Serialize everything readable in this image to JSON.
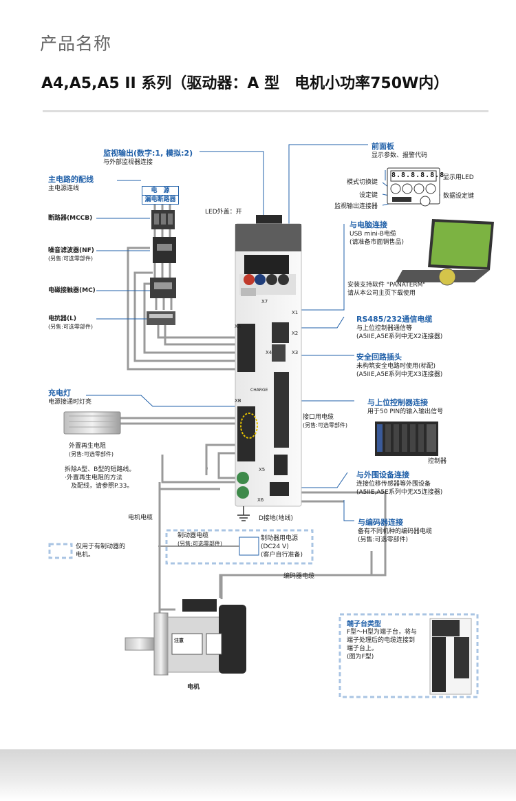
{
  "header": {
    "label": "产品名称",
    "title": "A4,A5,A5 II 系列（驱动器：A 型　电机小功率750W内）"
  },
  "diagram": {
    "monitor_output": {
      "title": "监视输出(数字:1, 模拟:2)",
      "desc": "与外部监视器连接"
    },
    "main_wiring": {
      "title": "主电路的配线",
      "desc": "主电源连线"
    },
    "power": {
      "title": "电　源",
      "breaker": "漏电断路器"
    },
    "mccb": "断路器(MCCB)",
    "nf": {
      "name": "噪音滤波器(NF)",
      "opt": "(另售:可选零部件)"
    },
    "mc": "电磁接触器(MC)",
    "reactor": {
      "name": "电抗器(L)",
      "opt": "(另售:可选零部件)"
    },
    "led_cover": "LED外盖：开",
    "front_panel": {
      "title": "前面板",
      "desc": "显示参数、报警代码"
    },
    "panel_labels": {
      "mode_key": "模式切换键",
      "set_key": "设定键",
      "monitor_connector": "监视输出连接器",
      "display_led": "显示用LED",
      "data_key": "数据设定键",
      "seg_display": "8.8.8.8.8.8"
    },
    "pc_connect": {
      "title": "与电脑连接",
      "desc1": "USB mini-B电缆",
      "desc2": "(请准备市面销售品)",
      "software1": "安装支持软件 \"PANATERM\"",
      "software2": "请从本公司主页下载使用"
    },
    "rs485": {
      "title": "RS485/232通信电缆",
      "desc1": "与上位控制器通信等",
      "desc2": "(A5IIE,A5E系列中无X2连接器)"
    },
    "safety": {
      "title": "安全回路插头",
      "desc1": "未构筑安全电路时使用(标配)",
      "desc2": "(A5IIE,A5E系列中无X3连接器)"
    },
    "charge": {
      "title": "充电灯",
      "desc": "电源接通时灯亮"
    },
    "host": {
      "title": "与上位控制器连接",
      "desc": "用于50 PIN的输入输出信号",
      "cable": "接口用电缆",
      "cable_opt": "(另售:可选零部件)",
      "controller": "控制器"
    },
    "regen": {
      "name": "外置再生电阻",
      "opt": "(另售:可选零部件)",
      "note1": "拆除A型、B型的短路线。",
      "note2": "·外置再生电阻的方法",
      "note3": "　及配线，请参照P.33。"
    },
    "peripheral": {
      "title": "与外围设备连接",
      "desc1": "连接位移传感器等外围设备",
      "desc2": "(A5IIE,A5E系列中无X5连接器)"
    },
    "ground": "D接地(地线)",
    "encoder": {
      "title": "与编码器连接",
      "desc1": "备有不同机种的编码器电缆",
      "desc2": "(另售:可选零部件)",
      "cable": "编码器电缆"
    },
    "motor_cable": "电机电缆",
    "brake": {
      "cable": "制动器电缆",
      "cable_opt": "(另售:可选零部件)",
      "psu1": "制动器用电源",
      "psu2": "(DC24 V)",
      "psu3": "(客户自行准备)"
    },
    "legend": {
      "line1": "仅用于有制动器的",
      "line2": "电机。"
    },
    "terminal": {
      "title": "端子台类型",
      "d1": "F型～H型为端子台，将与",
      "d2": "端子处理后的电缆连接到",
      "d3": "端子台上。",
      "d4": "(图为F型)"
    },
    "motor": {
      "name": "电机",
      "warning_title": "注意"
    },
    "ports": {
      "x1": "X1",
      "x2": "X2",
      "x3": "X3",
      "x4": "X4",
      "x5": "X5",
      "x6": "X6",
      "x7": "X7",
      "xa": "XA",
      "xb": "XB",
      "charge_mark": "CHARGE"
    },
    "colors": {
      "accent": "#1f5fa8",
      "line": "#1f5fa8",
      "wire": "#999999",
      "dash": "#a9c4e3"
    }
  }
}
